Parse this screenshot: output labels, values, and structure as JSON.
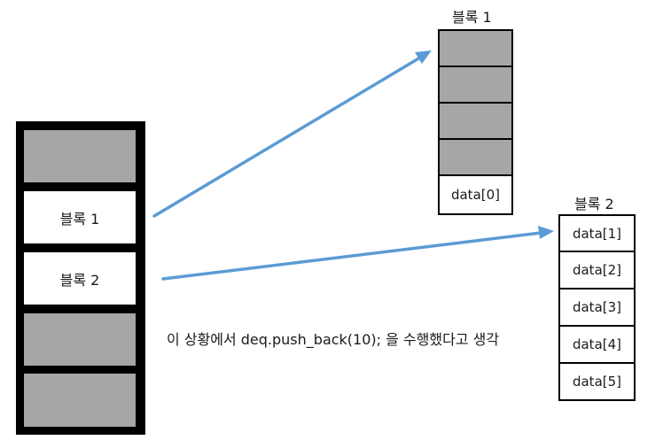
{
  "map": {
    "cells": [
      "",
      "블록 1",
      "블록 2",
      "",
      ""
    ]
  },
  "block1": {
    "label": "블록 1",
    "cells": [
      "",
      "",
      "",
      "",
      "data[0]"
    ]
  },
  "block2": {
    "label": "블록 2",
    "cells": [
      "data[1]",
      "data[2]",
      "data[3]",
      "data[4]",
      "data[5]"
    ]
  },
  "caption": "이 상황에서 deq.push_back(10); 을 수행했다고 생각",
  "colors": {
    "arrow": "#5b9bd5",
    "empty_cell": "#a6a6a6",
    "border": "#000000"
  }
}
